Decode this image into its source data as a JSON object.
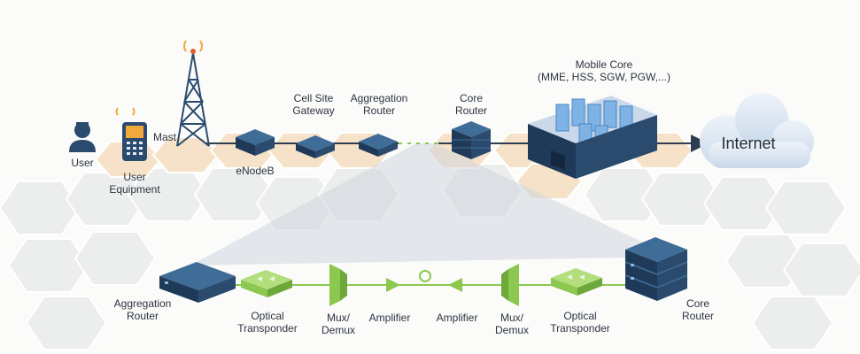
{
  "top": {
    "user": "User",
    "user_equipment": "User\nEquipment",
    "mast": "Mast",
    "enodeb": "eNodeB",
    "cell_site_gateway": "Cell Site\nGateway",
    "aggregation_router": "Aggregation\nRouter",
    "core_router": "Core\nRouter",
    "mobile_core": "Mobile Core\n(MME, HSS, SGW, PGW,...)",
    "internet": "Internet"
  },
  "bottom": {
    "aggregation_router": "Aggregation\nRouter",
    "optical_transponder_left": "Optical\nTransponder",
    "mux_demux_left": "Mux/\nDemux",
    "amplifier_left": "Amplifier",
    "amplifier_right": "Amplifier",
    "mux_demux_right": "Mux/\nDemux",
    "optical_transponder_right": "Optical\nTransponder",
    "core_router": "Core\nRouter"
  },
  "colors": {
    "hex_tile": "#eceeee",
    "hex_highlight": "#f5e2c8",
    "device_dark": "#2a4a6e",
    "device_top": "#3f6d98",
    "green": "#8cc850",
    "green_dark": "#6ea83a",
    "cloud": "#dce7f3",
    "projection": "#cfd6dc"
  }
}
